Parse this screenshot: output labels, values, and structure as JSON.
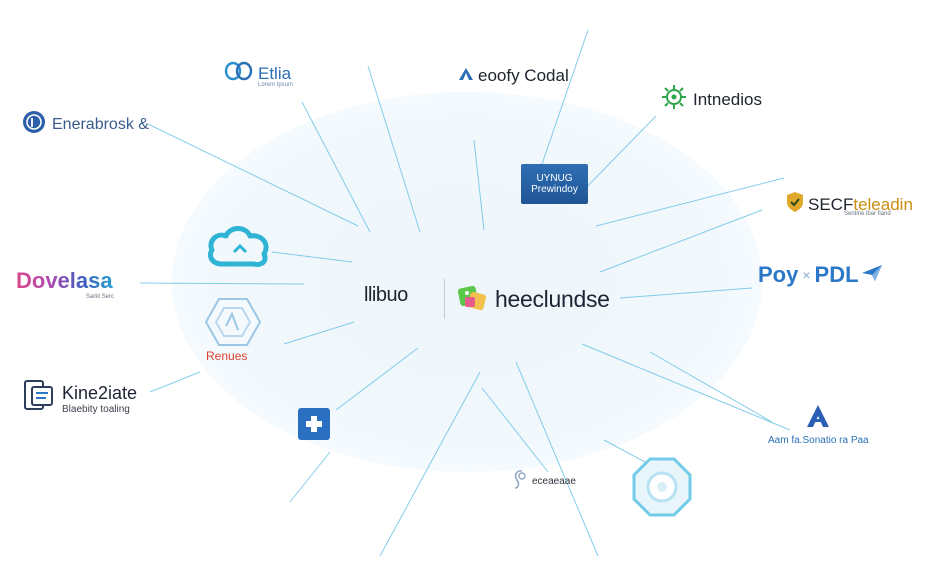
{
  "nodes": {
    "etlia": {
      "main": "Etlia",
      "sub": "Lorem Ipsum"
    },
    "eoofy": {
      "main": "eoofy Codal"
    },
    "intnedios": {
      "main": "Intnedios"
    },
    "enerabrosk": {
      "main": "Enerabrosk &"
    },
    "preview": {
      "line1": "UYNUG",
      "line2": "Prewindoy"
    },
    "secf": {
      "main": "SECF",
      "accent": "teleadin",
      "sub": "Sentine lbar fiand"
    },
    "dovelasa": {
      "main": "Dovelasa",
      "sub": "Sarkt Serc"
    },
    "center_left": {
      "main": "llibuo"
    },
    "center": {
      "main": "heeclundse"
    },
    "poy": {
      "left": "Poy",
      "sep": "×",
      "right": "PDL"
    },
    "renues": {
      "main": "Renues"
    },
    "kinezlate": {
      "main": "Kine2iate",
      "sub": "Blaebity toaling"
    },
    "a_node": {
      "sub": "Aam fa.Sonatio ra Paa"
    },
    "bottom_text": {
      "main": "eceaeaae"
    }
  },
  "colors": {
    "link": "#6fc4e6",
    "halo": "#eef6fb",
    "brand_blue": "#2b6fb5",
    "center_green": "#5cc84a",
    "center_yellow": "#f2c14e"
  },
  "icons": {
    "etlia": "link-loop-icon",
    "eoofy": "triangle-logo-icon",
    "intnedios": "virus-gear-icon",
    "enerabrosk": "circle-logo-icon",
    "secf": "shield-icon",
    "cloud": "cloud-icon",
    "hex": "hexagon-icon",
    "kinezlate": "document-device-icon",
    "center": "colorful-blocks-icon",
    "blue_square": "plus-square-icon",
    "a_node": "letter-a-icon",
    "bottom_text": "loop-icon",
    "ring": "ring-icon",
    "poy": "paper-plane-icon"
  }
}
